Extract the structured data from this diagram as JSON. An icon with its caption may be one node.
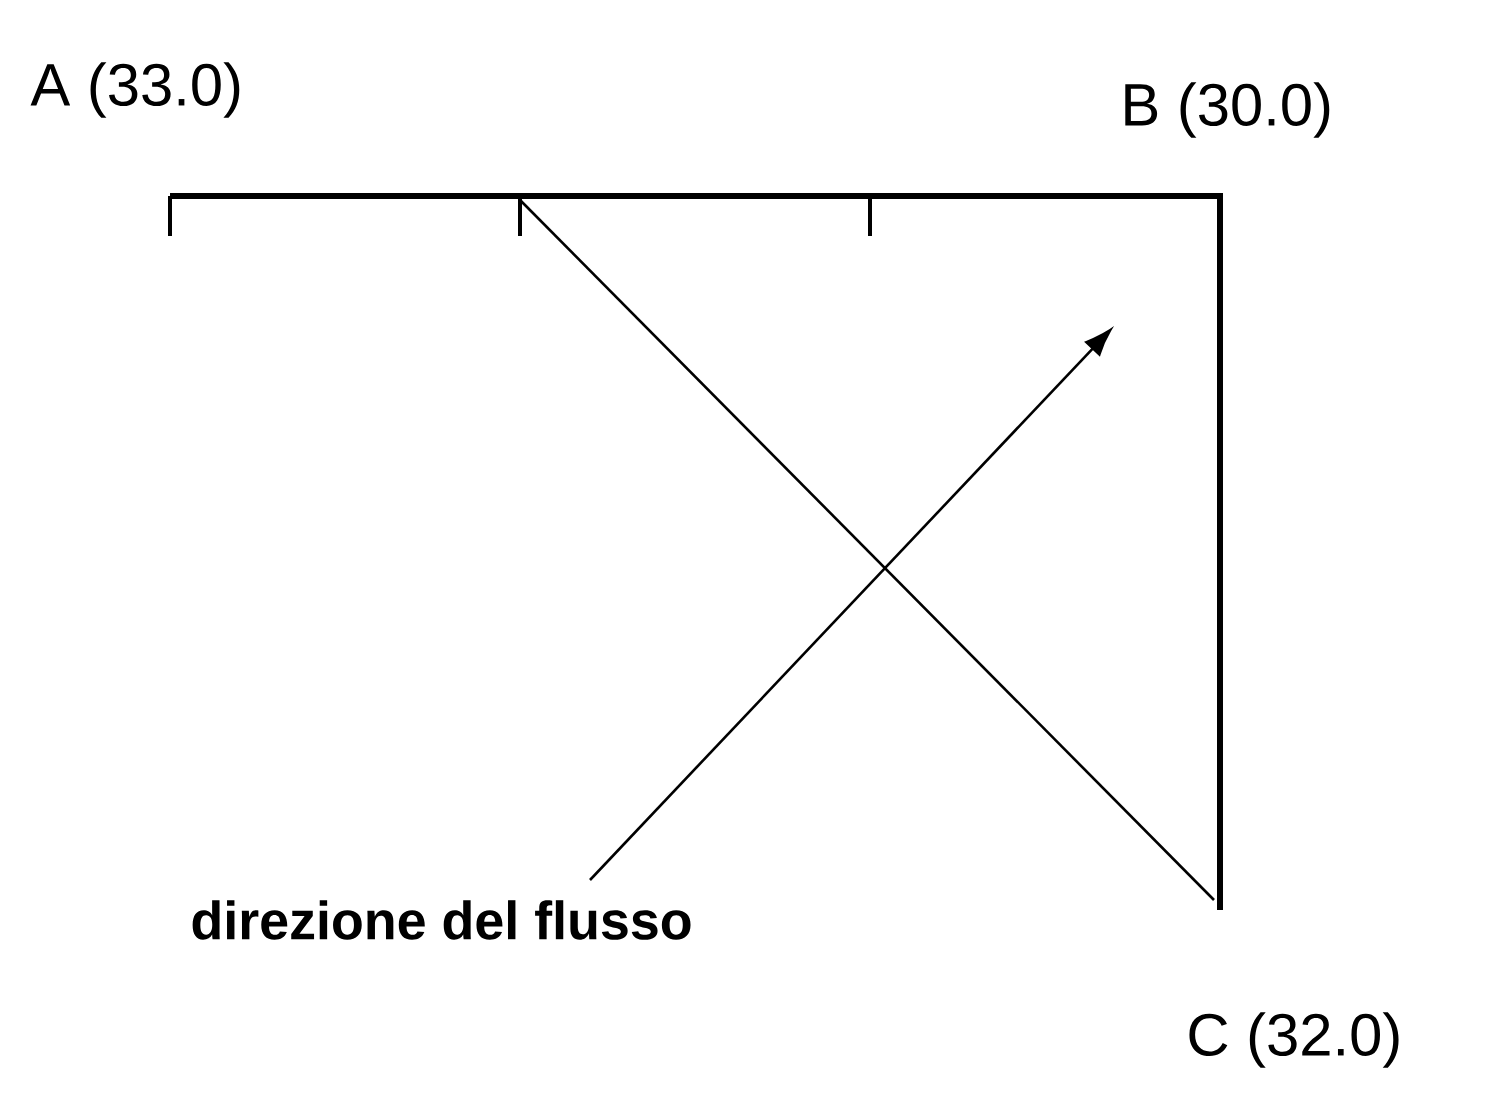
{
  "diagram": {
    "labels": [
      "A (33.0)",
      "B (30.0)",
      "C (32.0)",
      "direzione del flusso"
    ]
  }
}
